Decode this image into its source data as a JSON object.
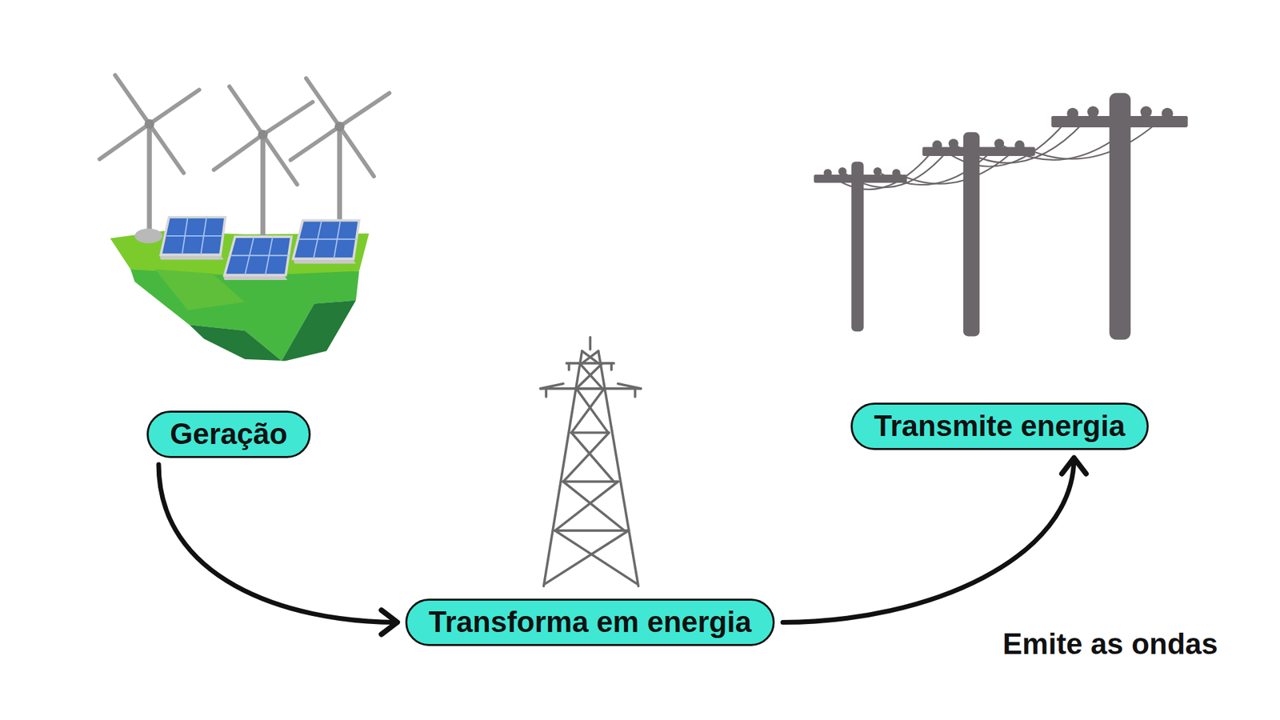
{
  "diagram": {
    "nodes": [
      {
        "text": [
          "Geração"
        ]
      },
      {
        "text": [
          "Transforma em energia"
        ]
      },
      {
        "text": [
          "Transmite energia"
        ]
      }
    ],
    "edges": [
      {
        "from": 0,
        "to": 1,
        "arrow": "to"
      },
      {
        "from": 1,
        "to": 2,
        "arrow": "to",
        "label": "Emite as ondas"
      }
    ]
  }
}
